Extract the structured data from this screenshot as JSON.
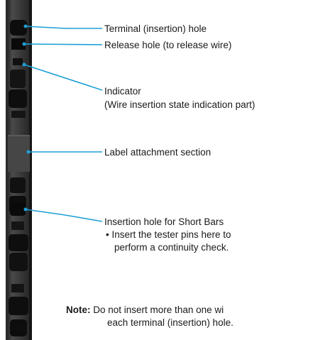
{
  "callouts": {
    "terminal_hole": "Terminal (insertion) hole",
    "release_hole": "Release hole (to release wire)",
    "indicator": "Indicator",
    "indicator_detail": "(Wire insertion state indication part)",
    "label_section": "Label attachment section",
    "short_bar_hole": "Insertion hole for Short Bars",
    "short_bar_note_1": "• Insert the tester pins here to",
    "short_bar_note_2": "perform a continuity check."
  },
  "note": {
    "heading": "Note:",
    "line_1": "Do not insert more than one wi",
    "line_2": "each terminal (insertion) hole."
  },
  "colors": {
    "leader_line": "#1e9fd6",
    "terminal_body": "#3a3a3a",
    "terminal_dark": "#111111",
    "text": "#1a1a1a"
  }
}
